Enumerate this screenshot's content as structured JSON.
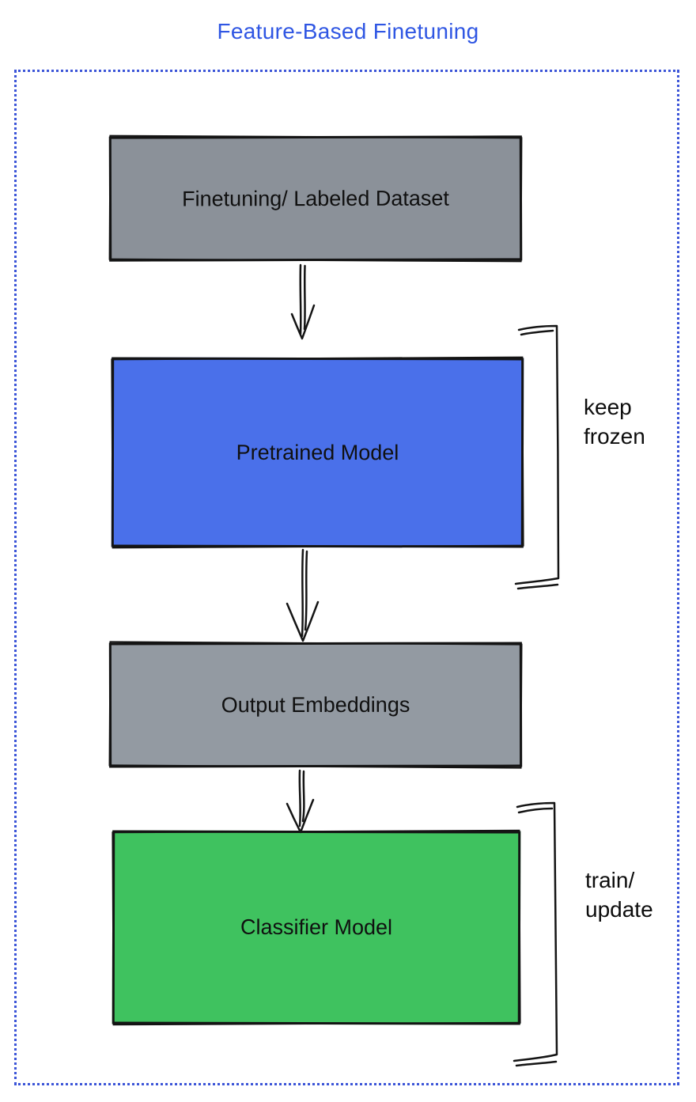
{
  "title": "Feature-Based Finetuning",
  "colors": {
    "title_text": "#2f56e3",
    "frame_border": "#3c55d8",
    "box_outline": "#141414",
    "dataset_fill": "#8b9199",
    "pretrained_fill": "#4a70ea",
    "embeddings_fill": "#939aa2",
    "classifier_fill": "#3fc25f"
  },
  "boxes": [
    {
      "id": "dataset",
      "label": "Finetuning/ Labeled Dataset"
    },
    {
      "id": "pretrained",
      "label": "Pretrained Model"
    },
    {
      "id": "embeddings",
      "label": "Output Embeddings"
    },
    {
      "id": "classifier",
      "label": "Classifier Model"
    }
  ],
  "annotations": [
    {
      "id": "keep-frozen",
      "lines": [
        "keep",
        "frozen"
      ]
    },
    {
      "id": "train-update",
      "lines": [
        "train/",
        "update"
      ]
    }
  ]
}
